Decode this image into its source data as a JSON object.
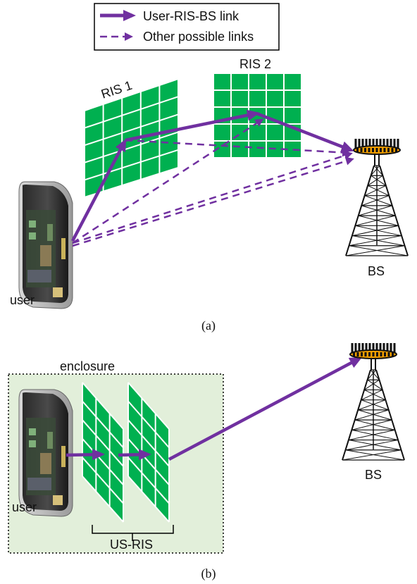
{
  "legend": {
    "solid_label": "User-RIS-BS link",
    "dashed_label": "Other possible links"
  },
  "panel_a": {
    "ris1_label": "RIS 1",
    "ris2_label": "RIS 2",
    "bs_label": "BS",
    "user_label": "user",
    "caption": "(a)"
  },
  "panel_b": {
    "enclosure_label": "enclosure",
    "user_label": "user",
    "usris_label": "US-RIS",
    "bs_label": "BS",
    "caption": "(b)"
  },
  "colors": {
    "link": "#7030a0",
    "ris": "#00b050",
    "enclosure_fill": "#e2efda",
    "bs_ring": "#f5a000"
  },
  "icons": {
    "user": "router-device-icon",
    "bs": "cell-tower-icon",
    "ris": "ris-panel-icon"
  }
}
